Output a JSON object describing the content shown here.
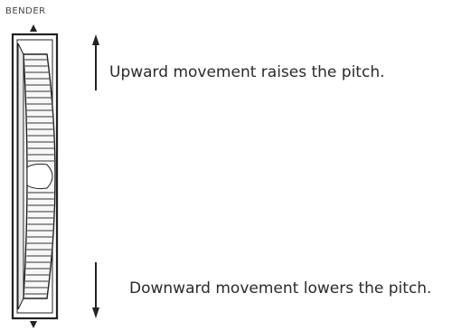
{
  "bender": {
    "label": "BENDER"
  },
  "instructions": {
    "up_text": "Upward movement raises the pitch.",
    "down_text": "Downward movement lowers the pitch."
  },
  "icons": {
    "up": "arrow-up-icon",
    "down": "arrow-down-icon"
  }
}
